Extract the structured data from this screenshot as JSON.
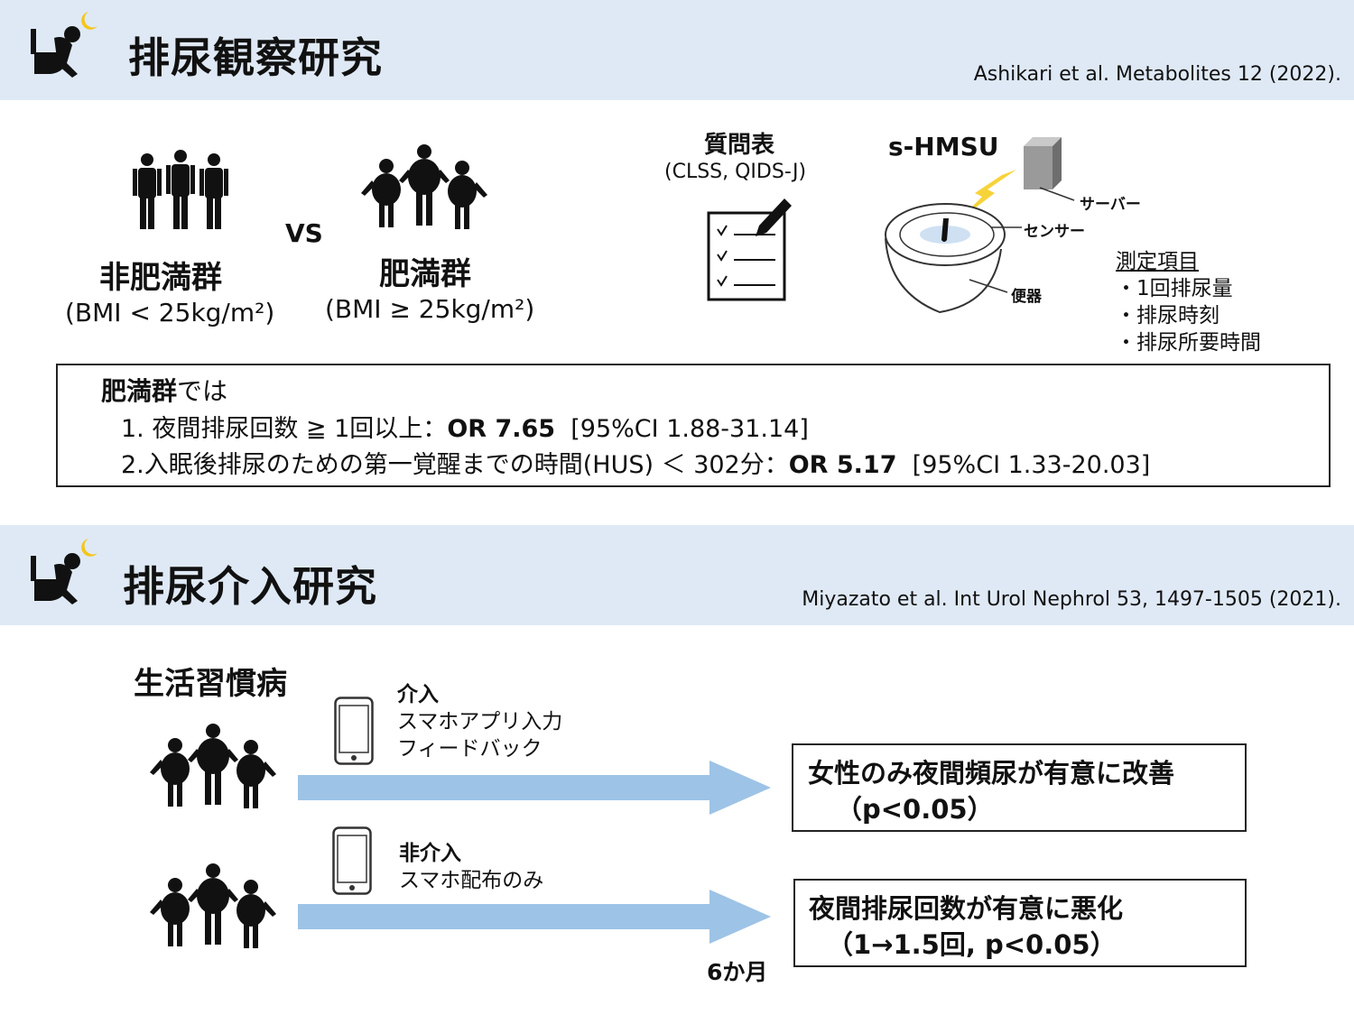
{
  "obs": {
    "title": "排尿観察研究",
    "citation": "Ashikari et al. Metabolites 12 (2022).",
    "group_a_label": "非肥満群",
    "group_a_bmi": "(BMI < 25kg/m²)",
    "vs_label": "VS",
    "group_b_label": "肥満群",
    "group_b_bmi": "(BMI ≥ 25kg/m²)",
    "questionnaire_label": "質問表",
    "questionnaire_detail": "(CLSS, QIDS-J)",
    "device_label": "s-HMSU",
    "server_label": "サーバー",
    "sensor_label": "センサー",
    "toilet_label": "便器",
    "measure_title": "測定項目",
    "measure_items": [
      "・1回排尿量",
      "・排尿時刻",
      "・排尿所要時間"
    ],
    "result_heading_bold": "肥満群",
    "result_heading_rest": "では",
    "result1_text": "1. 夜間排尿回数 ≧ 1回以上：",
    "result1_or": "OR 7.65",
    "result1_ci": "[95%CI 1.88-31.14]",
    "result2_text": "2.入眠後排尿のための第一覚醒までの時間(HUS) ＜ 302分：",
    "result2_or": "OR 5.17",
    "result2_ci": "[95%CI 1.33-20.03]"
  },
  "int": {
    "title": "排尿介入研究",
    "citation": "Miyazato et al. Int Urol Nephrol 53, 1497-1505 (2021).",
    "population_label": "生活習慣病",
    "arm1_title": "介入",
    "arm1_line1": "スマホアプリ入力",
    "arm1_line2": "フィードバック",
    "arm2_title": "非介入",
    "arm2_line1": "スマホ配布のみ",
    "duration_label": "6か月",
    "outcome1_line1": "女性のみ夜間頻尿が有意に改善",
    "outcome1_line2": "（p<0.05）",
    "outcome2_line1": "夜間排尿回数が有意に悪化",
    "outcome2_line2": "（1→1.5回, p<0.05）"
  },
  "colors": {
    "band": "#dfe9f5",
    "arrow": "#9dc3e6",
    "crescent": "#f5c518",
    "bolt": "#f7d33a"
  },
  "icons": [
    "toilet-person-icon",
    "crescent-moon-icon",
    "people-group-icon",
    "obese-group-icon",
    "clipboard-pen-icon",
    "server-box-icon",
    "lightning-icon",
    "toilet-bowl-icon",
    "smartphone-icon"
  ]
}
